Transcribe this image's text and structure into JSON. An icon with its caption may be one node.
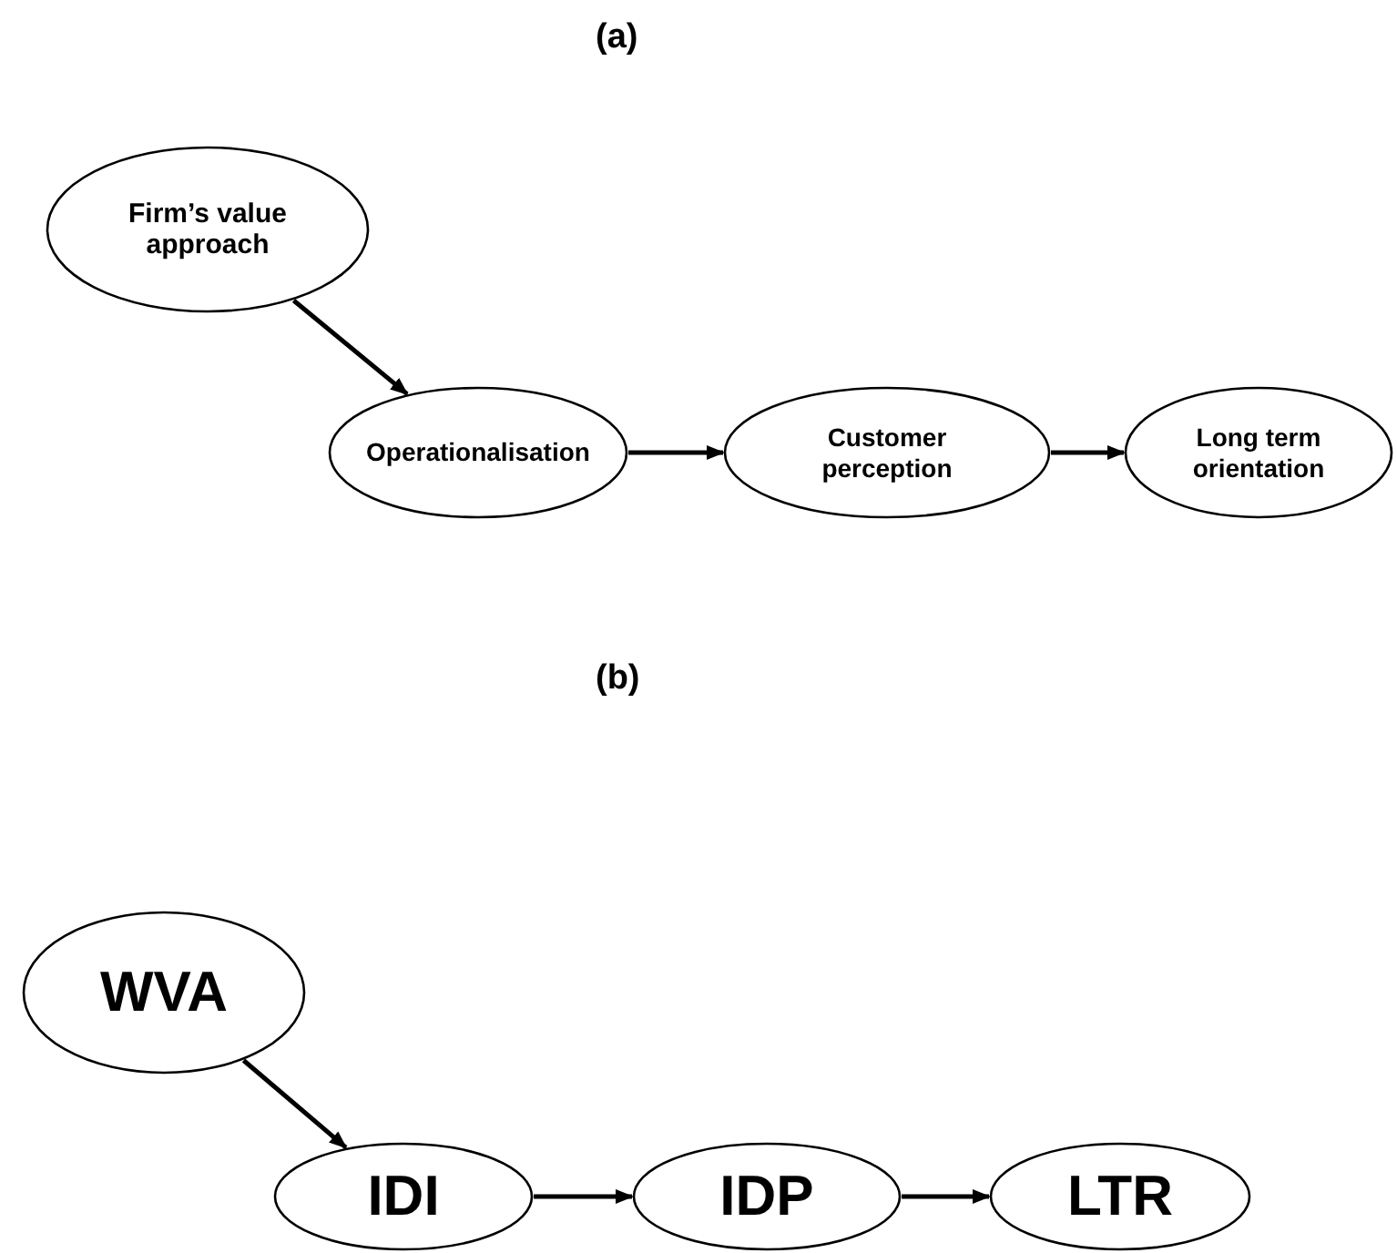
{
  "diagram": {
    "nodes": [
      {
        "text": [
          "Firm’s value approach"
        ]
      },
      {
        "text": [
          "Operationalisation"
        ]
      },
      {
        "text": [
          "Customer perception"
        ]
      },
      {
        "text": [
          "Long term orientation"
        ]
      },
      {
        "text": [
          "WVA"
        ]
      },
      {
        "text": [
          "IDI"
        ]
      },
      {
        "text": [
          "IDP"
        ]
      },
      {
        "text": [
          "LTR"
        ]
      }
    ],
    "edges": [
      {
        "from": 0,
        "to": 1,
        "arrow": "to"
      },
      {
        "from": 1,
        "to": 2,
        "arrow": "to"
      },
      {
        "from": 2,
        "to": 3,
        "arrow": "to"
      },
      {
        "from": 4,
        "to": 5,
        "arrow": "to"
      },
      {
        "from": 5,
        "to": 6,
        "arrow": "to"
      },
      {
        "from": 6,
        "to": 7,
        "arrow": "to"
      }
    ],
    "labels": [
      "(a)",
      "(b)"
    ]
  }
}
